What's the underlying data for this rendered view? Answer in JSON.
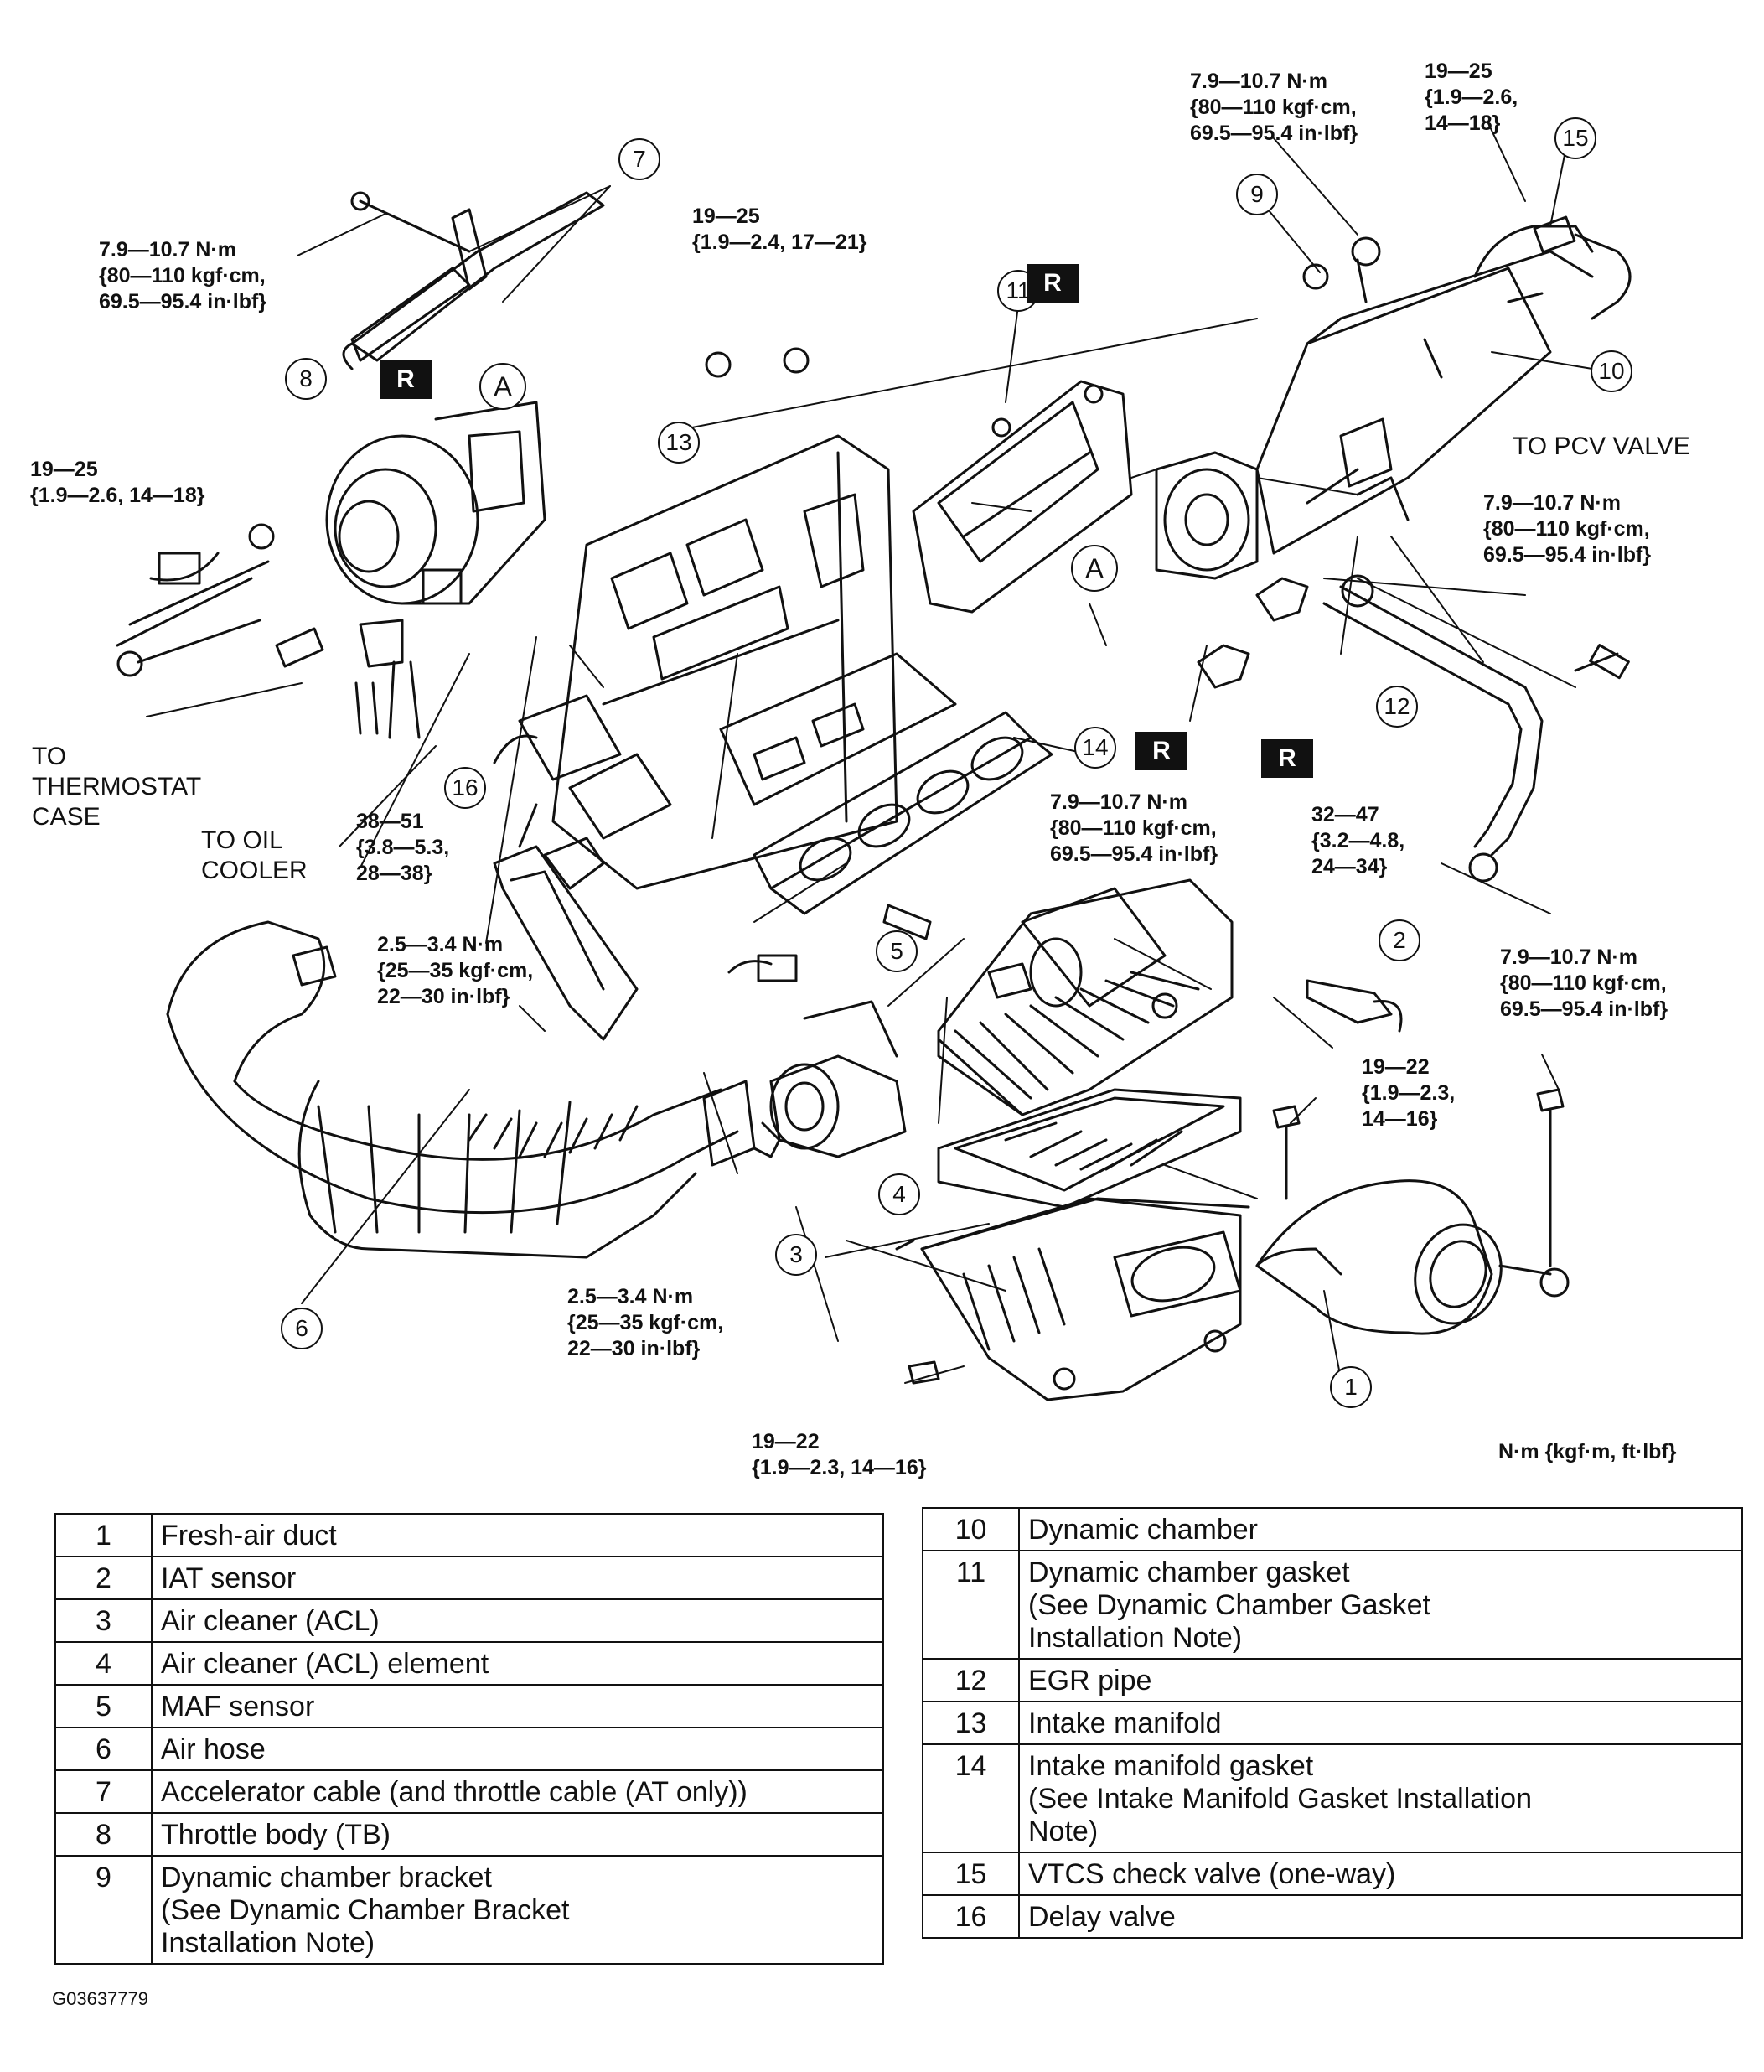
{
  "diagram": {
    "torque_specs": [
      {
        "id": "t7",
        "text": "7.9—10.7 N·m\n{80—110 kgf·cm,\n69.5—95.4 in·lbf}"
      },
      {
        "id": "t9",
        "text": "7.9—10.7 N·m\n{80—110 kgf·cm,\n69.5—95.4 in·lbf}"
      },
      {
        "id": "t15",
        "text": "19—25\n{1.9—2.6,\n14—18}"
      },
      {
        "id": "t13",
        "text": "19—25\n{1.9—2.4, 17—21}"
      },
      {
        "id": "t8",
        "text": "19—25\n{1.9—2.6, 14—18}"
      },
      {
        "id": "t12",
        "text": "7.9—10.7 N·m\n{80—110 kgf·cm,\n69.5—95.4 in·lbf}"
      },
      {
        "id": "t38",
        "text": "38—51\n{3.8—5.3,\n28—38}"
      },
      {
        "id": "t14",
        "text": "7.9—10.7 N·m\n{80—110 kgf·cm,\n69.5—95.4 in·lbf}"
      },
      {
        "id": "t32",
        "text": "32—47\n{3.2—4.8,\n24—34}"
      },
      {
        "id": "t6",
        "text": "2.5—3.4 N·m\n{25—35 kgf·cm,\n22—30 in·lbf}"
      },
      {
        "id": "t1",
        "text": "7.9—10.7 N·m\n{80—110 kgf·cm,\n69.5—95.4 in·lbf}"
      },
      {
        "id": "t2",
        "text": "19—22\n{1.9—2.3,\n14—16}"
      },
      {
        "id": "t5",
        "text": "2.5—3.4 N·m\n{25—35 kgf·cm,\n22—30 in·lbf}"
      },
      {
        "id": "t3",
        "text": "19—22\n{1.9—2.3, 14—16}"
      }
    ],
    "notes": {
      "pcv": "TO PCV VALVE",
      "thermostat": "TO\nTHERMOSTAT\nCASE",
      "oil_cooler": "TO OIL\nCOOLER"
    },
    "callouts": [
      "1",
      "2",
      "3",
      "4",
      "5",
      "6",
      "7",
      "8",
      "9",
      "10",
      "11",
      "12",
      "13",
      "14",
      "15",
      "16"
    ],
    "ref_mark": "A",
    "replace_badge": "R",
    "units_legend": "N·m {kgf·m, ft·lbf}"
  },
  "legend": {
    "left": [
      {
        "num": "1",
        "text": "Fresh-air duct"
      },
      {
        "num": "2",
        "text": "IAT sensor"
      },
      {
        "num": "3",
        "text": "Air cleaner (ACL)"
      },
      {
        "num": "4",
        "text": "Air cleaner (ACL) element"
      },
      {
        "num": "5",
        "text": "MAF sensor"
      },
      {
        "num": "6",
        "text": "Air hose"
      },
      {
        "num": "7",
        "text": "Accelerator cable (and throttle cable (AT only))"
      },
      {
        "num": "8",
        "text": "Throttle body (TB)"
      },
      {
        "num": "9",
        "text": "Dynamic chamber bracket\n(See Dynamic Chamber Bracket\nInstallation Note)"
      }
    ],
    "right": [
      {
        "num": "10",
        "text": "Dynamic chamber"
      },
      {
        "num": "11",
        "text": "Dynamic chamber gasket\n(See Dynamic Chamber Gasket\nInstallation Note)"
      },
      {
        "num": "12",
        "text": "EGR pipe"
      },
      {
        "num": "13",
        "text": "Intake manifold"
      },
      {
        "num": "14",
        "text": "Intake manifold gasket\n(See Intake Manifold Gasket Installation\nNote)"
      },
      {
        "num": "15",
        "text": "VTCS check valve (one-way)"
      },
      {
        "num": "16",
        "text": "Delay valve"
      }
    ]
  },
  "figure_id": "G03637779"
}
